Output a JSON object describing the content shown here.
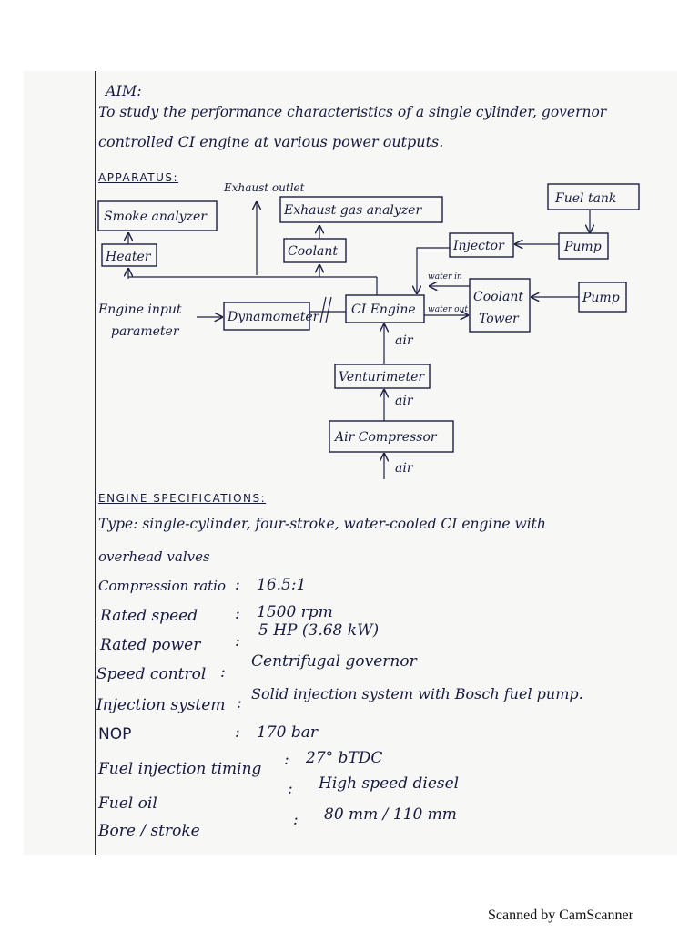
{
  "aim": {
    "heading": "AIM:",
    "line1": "To study the performance characteristics of a single cylinder, governor",
    "line2": "controlled CI engine at various power outputs."
  },
  "apparatus": {
    "heading": "APPARATUS:",
    "exhaust_outlet": "Exhaust outlet",
    "smoke_analyzer": "Smoke analyzer",
    "heater": "Heater",
    "exhaust_gas_analyzer": "Exhaust gas analyzer",
    "coolant": "Coolant",
    "fuel_tank": "Fuel tank",
    "injector": "Injector",
    "pump_top": "Pump",
    "engine_input_1": "Engine input",
    "engine_input_2": "parameter",
    "dynamometer": "Dynamometer",
    "ci_engine": "CI Engine",
    "water_in": "water in",
    "water_out": "water out",
    "coolant_tower_1": "Coolant",
    "coolant_tower_2": "Tower",
    "pump_right": "Pump",
    "air_1": "air",
    "venturimeter": "Venturimeter",
    "air_2": "air",
    "air_compressor": "Air Compressor",
    "air_3": "air"
  },
  "specs": {
    "heading": "ENGINE SPECIFICATIONS:",
    "type_line1": "Type: single-cylinder, four-stroke, water-cooled CI engine with",
    "type_line2": "overhead valves",
    "rows": [
      {
        "label": "Compression ratio",
        "colon": ":",
        "value": "16.5:1"
      },
      {
        "label": "Rated speed",
        "colon": ":",
        "value": "1500 rpm"
      },
      {
        "label": "Rated power",
        "colon": ":",
        "value": "5 HP (3.68 kW)"
      },
      {
        "label": "Speed control",
        "colon": ":",
        "value": "Centrifugal governor"
      },
      {
        "label": "Injection system",
        "colon": ":",
        "value": "Solid injection system with Bosch fuel pump."
      },
      {
        "label": "NOP",
        "colon": ":",
        "value": "170 bar"
      },
      {
        "label": "Fuel injection timing",
        "colon": ":",
        "value": "27° bTDC"
      },
      {
        "label": "Fuel oil",
        "colon": ":",
        "value": "High speed diesel"
      },
      {
        "label": "Bore / stroke",
        "colon": ":",
        "value": "80 mm / 110 mm"
      }
    ]
  },
  "footer": "Scanned by CamScanner"
}
